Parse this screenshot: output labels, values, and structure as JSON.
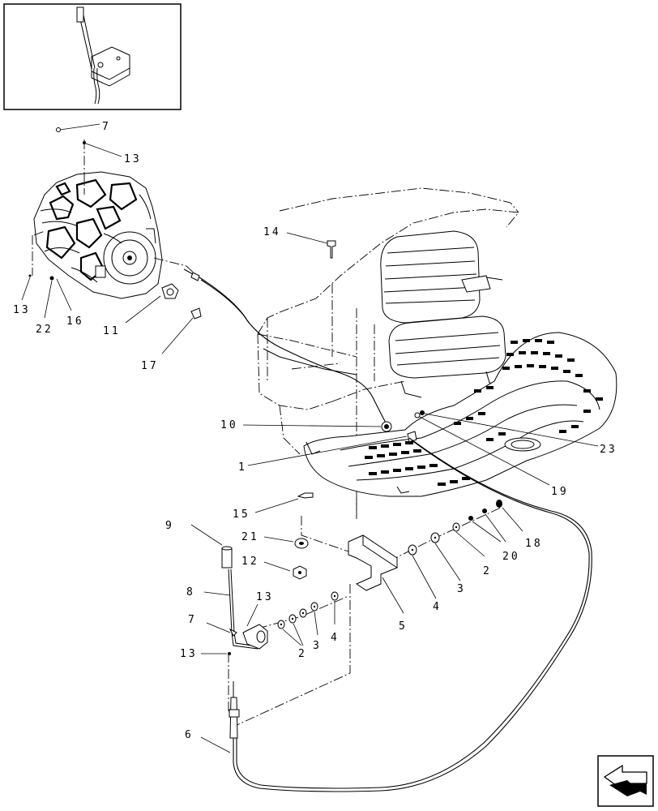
{
  "diagram": {
    "callouts": [
      {
        "id": "c7a",
        "text": "7"
      },
      {
        "id": "c13a",
        "text": "13"
      },
      {
        "id": "c14",
        "text": "14"
      },
      {
        "id": "c13b",
        "text": "13"
      },
      {
        "id": "c22",
        "text": "22"
      },
      {
        "id": "c16",
        "text": "16"
      },
      {
        "id": "c11",
        "text": "11"
      },
      {
        "id": "c17",
        "text": "17"
      },
      {
        "id": "c10",
        "text": "10"
      },
      {
        "id": "c1",
        "text": "1"
      },
      {
        "id": "c23",
        "text": "23"
      },
      {
        "id": "c19",
        "text": "19"
      },
      {
        "id": "c15",
        "text": "15"
      },
      {
        "id": "c9",
        "text": "9"
      },
      {
        "id": "c21",
        "text": "21"
      },
      {
        "id": "c12",
        "text": "12"
      },
      {
        "id": "c18",
        "text": "18"
      },
      {
        "id": "c20",
        "text": "20"
      },
      {
        "id": "c2a",
        "text": "2"
      },
      {
        "id": "c3a",
        "text": "3"
      },
      {
        "id": "c4a",
        "text": "4"
      },
      {
        "id": "c5",
        "text": "5"
      },
      {
        "id": "c8",
        "text": "8"
      },
      {
        "id": "c13c",
        "text": "13"
      },
      {
        "id": "c7b",
        "text": "7"
      },
      {
        "id": "c13d",
        "text": "13"
      },
      {
        "id": "c2b",
        "text": "2"
      },
      {
        "id": "c3b",
        "text": "3"
      },
      {
        "id": "c4b",
        "text": "4"
      },
      {
        "id": "c6",
        "text": "6"
      }
    ],
    "icons": {
      "inset": "throttle-lever-inset-icon",
      "engine": "engine-icon",
      "seat": "operator-seat-icon",
      "floor": "floor-mat-icon",
      "navigation": "next-page-arrow-icon"
    }
  }
}
